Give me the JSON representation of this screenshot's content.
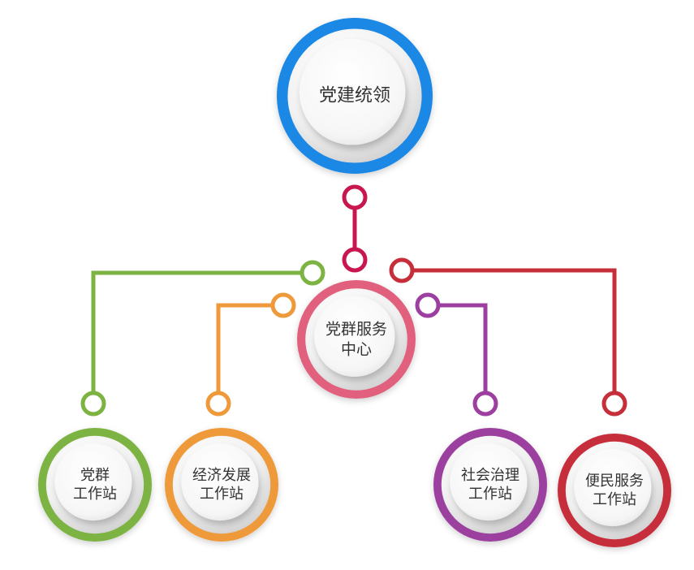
{
  "diagram": {
    "root": {
      "lines": [
        "党建统领"
      ],
      "color": "#1E88E5"
    },
    "center": {
      "lines": [
        "党群服务",
        "中心"
      ],
      "color": "#E0607E"
    },
    "branches": [
      {
        "id": "party-mass",
        "lines": [
          "党群",
          "工作站"
        ],
        "color": "#7CB342"
      },
      {
        "id": "economic",
        "lines": [
          "经济发展",
          "工作站"
        ],
        "color": "#EE9A3A"
      },
      {
        "id": "social-governance",
        "lines": [
          "社会治理",
          "工作站"
        ],
        "color": "#9C3FA0"
      },
      {
        "id": "convenience",
        "lines": [
          "便民服务",
          "工作站"
        ],
        "color": "#C62F3A"
      }
    ],
    "connector_color": "#C8174F"
  }
}
